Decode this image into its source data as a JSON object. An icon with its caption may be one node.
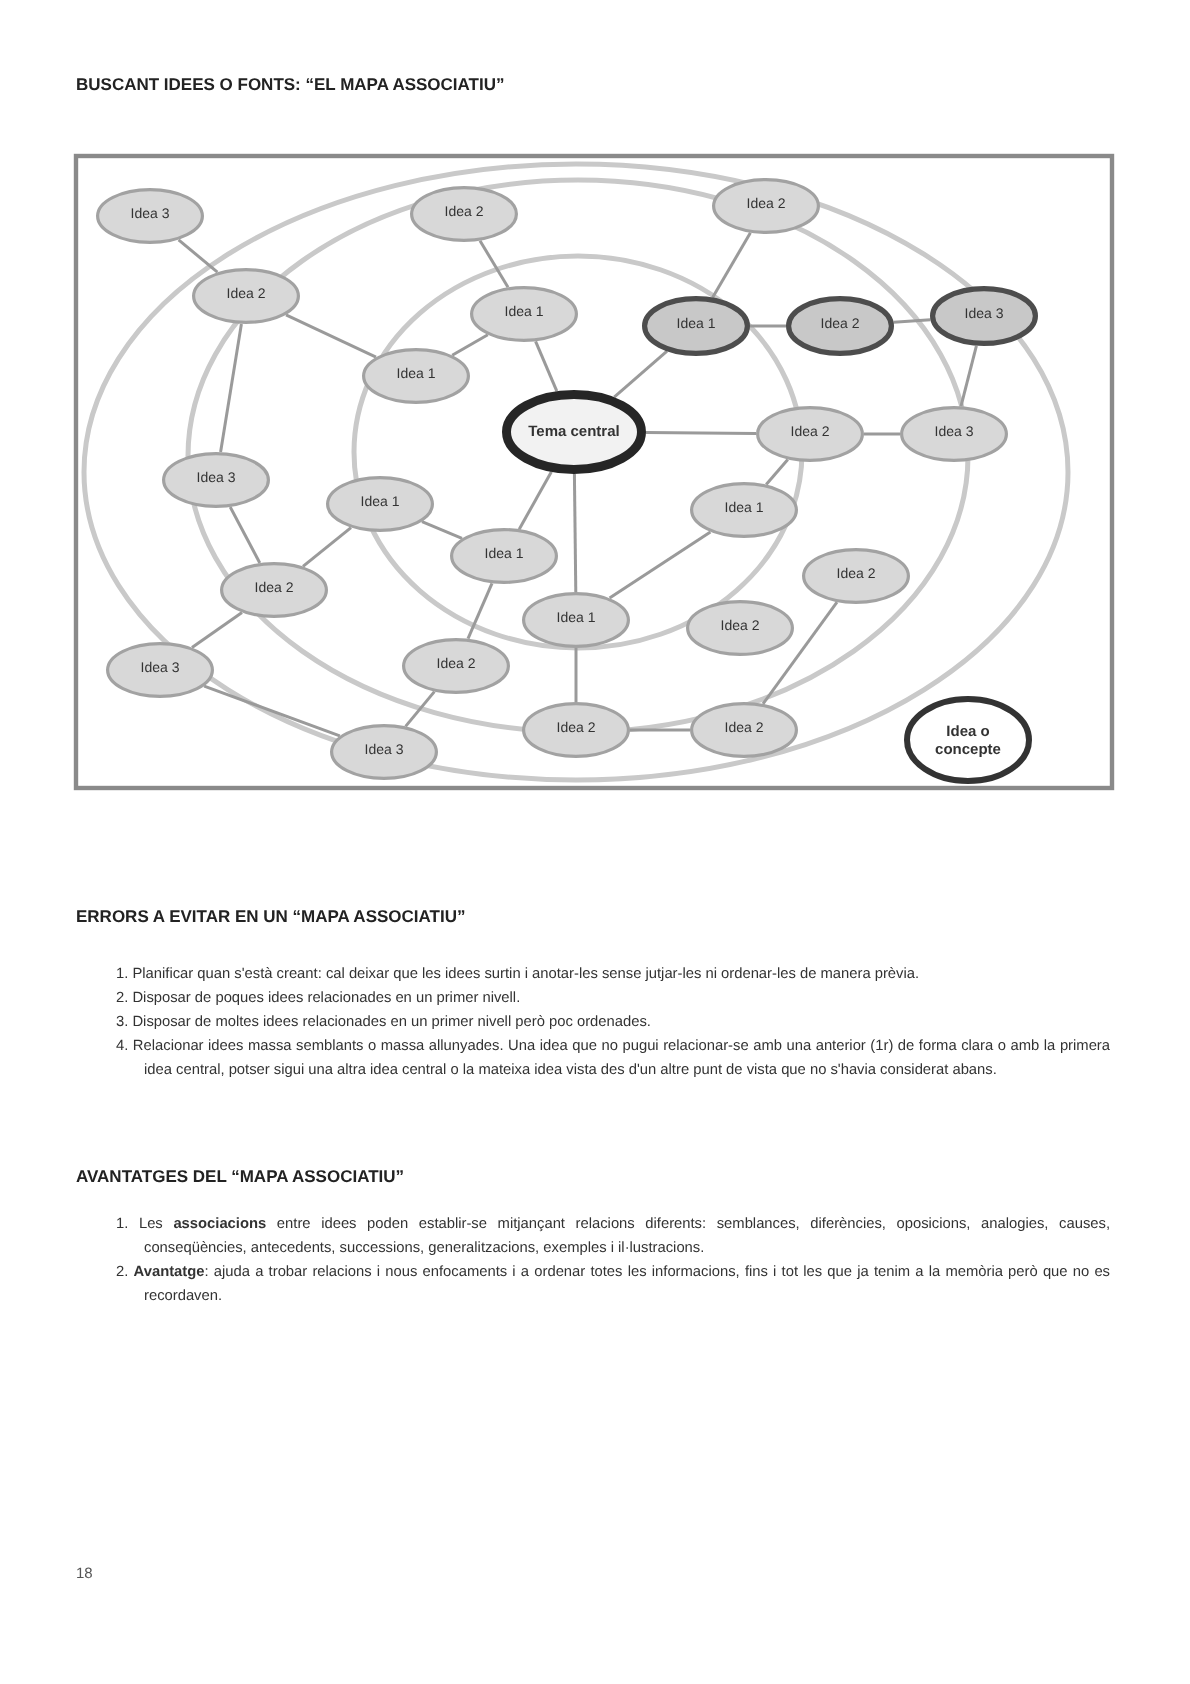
{
  "diagram": {
    "title": "BUSCANT IDEES O FONTS: “EL MAPA ASSOCIATIU”",
    "nodes": [
      {
        "text": [
          "Idea 3"
        ]
      },
      {
        "text": [
          "Idea 2"
        ]
      },
      {
        "text": [
          "Idea 2"
        ]
      },
      {
        "text": [
          "Idea 2"
        ]
      },
      {
        "text": [
          "Idea 1"
        ]
      },
      {
        "text": [
          "Idea 1"
        ]
      },
      {
        "text": [
          "Idea 2"
        ]
      },
      {
        "text": [
          "Idea 3"
        ]
      },
      {
        "text": [
          "Idea 1"
        ]
      },
      {
        "text": [
          "Tema central"
        ]
      },
      {
        "text": [
          "Idea 2"
        ]
      },
      {
        "text": [
          "Idea 3"
        ]
      },
      {
        "text": [
          "Idea 3"
        ]
      },
      {
        "text": [
          "Idea 1"
        ]
      },
      {
        "text": [
          "Idea 1"
        ]
      },
      {
        "text": [
          "Idea 1"
        ]
      },
      {
        "text": [
          "Idea 2"
        ]
      },
      {
        "text": [
          "Idea 2"
        ]
      },
      {
        "text": [
          "Idea 1"
        ]
      },
      {
        "text": [
          "Idea 2"
        ]
      },
      {
        "text": [
          "Idea 3"
        ]
      },
      {
        "text": [
          "Idea 2"
        ]
      },
      {
        "text": [
          "Idea 2"
        ]
      },
      {
        "text": [
          "Idea 2"
        ]
      },
      {
        "text": [
          "Idea 3"
        ]
      },
      {
        "text": [
          "Idea o concepte"
        ]
      }
    ],
    "edges": [
      {
        "from": 9,
        "to": 4,
        "arrow": "none"
      },
      {
        "from": 4,
        "to": 1,
        "arrow": "none"
      },
      {
        "from": 4,
        "to": 8,
        "arrow": "none"
      },
      {
        "from": 8,
        "to": 3,
        "arrow": "none"
      },
      {
        "from": 3,
        "to": 0,
        "arrow": "none"
      },
      {
        "from": 3,
        "to": 12,
        "arrow": "none"
      },
      {
        "from": 12,
        "to": 16,
        "arrow": "none"
      },
      {
        "from": 16,
        "to": 20,
        "arrow": "none"
      },
      {
        "from": 20,
        "to": 24,
        "arrow": "none"
      },
      {
        "from": 16,
        "to": 13,
        "arrow": "none"
      },
      {
        "from": 9,
        "to": 14,
        "arrow": "none"
      },
      {
        "from": 14,
        "to": 13,
        "arrow": "none"
      },
      {
        "from": 14,
        "to": 21,
        "arrow": "none"
      },
      {
        "from": 21,
        "to": 24,
        "arrow": "none"
      },
      {
        "from": 9,
        "to": 18,
        "arrow": "none"
      },
      {
        "from": 18,
        "to": 22,
        "arrow": "none"
      },
      {
        "from": 22,
        "to": 23,
        "arrow": "none"
      },
      {
        "from": 23,
        "to": 17,
        "arrow": "none"
      },
      {
        "from": 15,
        "to": 18,
        "arrow": "none"
      },
      {
        "from": 9,
        "to": 10,
        "arrow": "none"
      },
      {
        "from": 10,
        "to": 11,
        "arrow": "none"
      },
      {
        "from": 9,
        "to": 5,
        "arrow": "none"
      },
      {
        "from": 5,
        "to": 2,
        "arrow": "none"
      },
      {
        "from": 5,
        "to": 6,
        "arrow": "none"
      },
      {
        "from": 6,
        "to": 7,
        "arrow": "none"
      },
      {
        "from": 7,
        "to": 11,
        "arrow": "none"
      },
      {
        "from": 10,
        "to": 15,
        "arrow": "none"
      }
    ],
    "labels": [
      "ERRORS A EVITAR EN UN “MAPA ASSOCIATIU”",
      "1. Planificar quan s'està creant: cal deixar que les idees surtin i anotar-les sense jutjar-les ni ordenar-les de manera prèvia.",
      "2. Disposar de poques idees relacionades en un primer nivell.",
      "3. Disposar de moltes idees relacionades en un primer nivell però poc ordenades.",
      "4. Relacionar idees massa semblants o massa allunyades. Una idea que no pugui relacionar-se amb una anterior (1r) de forma clara o amb la primera idea central, potser sigui una altra idea central o la mateixa idea vista des d'un altre punt de vista que no s'havia considerat abans.",
      "AVANTATGES DEL “MAPA ASSOCIATIU”",
      "1. Les **associacions** entre idees poden establir-se mitjançant relacions diferents: semblances, diferències, oposicions, analogies, causes, conseqüències, antecedents, successions, generalitzacions, exemples i il·lustracions.",
      "2. **Avantatge**: ajuda a trobar relacions i nous enfocaments i a ordenar totes les informacions, fins i tot les que ja tenim a la memòria però que no es recordaven.",
      "18"
    ]
  }
}
